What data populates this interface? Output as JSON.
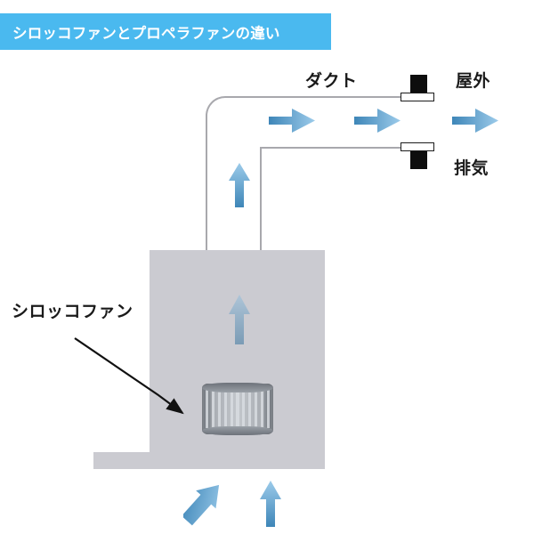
{
  "banner": {
    "title": "シロッコファンとプロペラファンの違い",
    "background_color": "#4ab9ef",
    "text_color": "#ffffff"
  },
  "labels": {
    "duct": "ダクト",
    "outdoor": "屋外",
    "exhaust": "排気",
    "sirocco_fan": "シロッコファン"
  },
  "diagram": {
    "body_color": "#cbcbd1",
    "duct_line_color": "#a8a8ad",
    "cap_color": "#0d0d0d",
    "arrow_color_dark": "#3e86b8",
    "arrow_color_light": "#9ccbea",
    "fan_blade_count": 11,
    "components": {
      "appliance_body": "range-hood-body",
      "fan": "sirocco-fan-drum",
      "outer_duct": "upper-duct",
      "inner_duct": "lower-duct",
      "outlet_top": "outdoor-vent-outlet",
      "outlet_bottom": "exhaust-vent-outlet"
    },
    "airflow": {
      "intake_arrows": 2,
      "body_arrows": 1,
      "riser_arrows": 1,
      "duct_arrows": 2,
      "outlet_arrows": 1,
      "direction": "intake-bottom-to-exhaust-outdoor"
    }
  }
}
